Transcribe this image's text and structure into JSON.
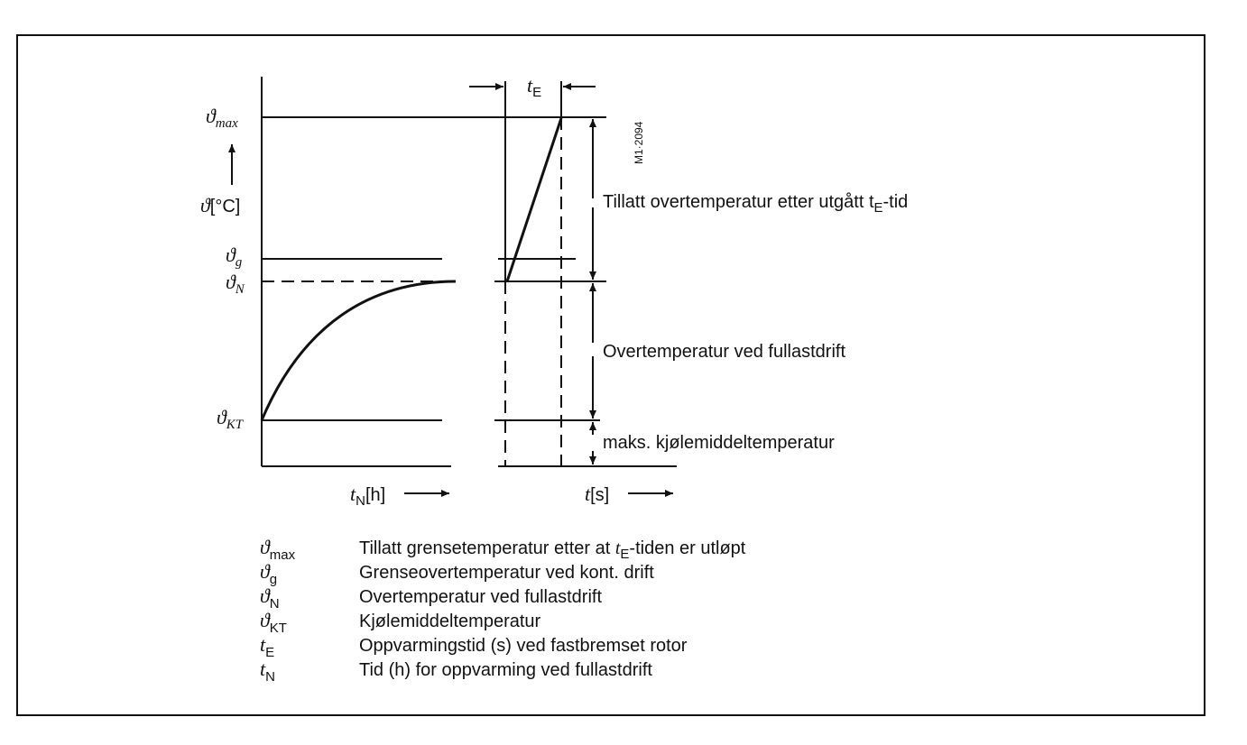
{
  "diagram": {
    "axis_y": {
      "theta_max": {
        "sym": "ϑ",
        "sub": "max"
      },
      "theta_unit": {
        "sym": "ϑ",
        "text": "[°C]"
      },
      "theta_g": {
        "sym": "ϑ",
        "sub": "g"
      },
      "theta_n": {
        "sym": "ϑ",
        "sub": "N"
      },
      "theta_kt": {
        "sym": "ϑ",
        "sub": "KT"
      }
    },
    "axis_x_left": {
      "sym": "t",
      "sub": "N",
      "text": "[h]"
    },
    "axis_x_right": {
      "sym": "t",
      "text": "[s]"
    },
    "te_marker": {
      "sym": "t",
      "sub": "E"
    },
    "code_tag": "M1·2094",
    "annotations": {
      "tillatt_pre": "Tillatt overtemperatur etter utgått t",
      "tillatt_sub": "E",
      "tillatt_post": "-tid",
      "fullast": "Overtemperatur ved fullastdrift",
      "kjoling": "maks. kjølemiddeltemperatur"
    }
  },
  "legend": [
    {
      "sym": "ϑ",
      "sub": "max",
      "pre": "Tillatt grensetemperatur etter at ",
      "tsym": "t",
      "tsub": "E",
      "post": "-tiden er utløpt"
    },
    {
      "sym": "ϑ",
      "sub": "g",
      "pre": "Grenseovertemperatur ved kont. drift"
    },
    {
      "sym": "ϑ",
      "sub": "N",
      "pre": "Overtemperatur ved fullastdrift"
    },
    {
      "sym": "ϑ",
      "sub": "KT",
      "pre": "Kjølemiddeltemperatur"
    },
    {
      "sym": "t",
      "sub": "E",
      "pre": "Oppvarmingstid (s) ved fastbremset rotor"
    },
    {
      "sym": "t",
      "sub": "N",
      "pre": "Tid (h) for oppvarming ved fullastdrift"
    }
  ]
}
